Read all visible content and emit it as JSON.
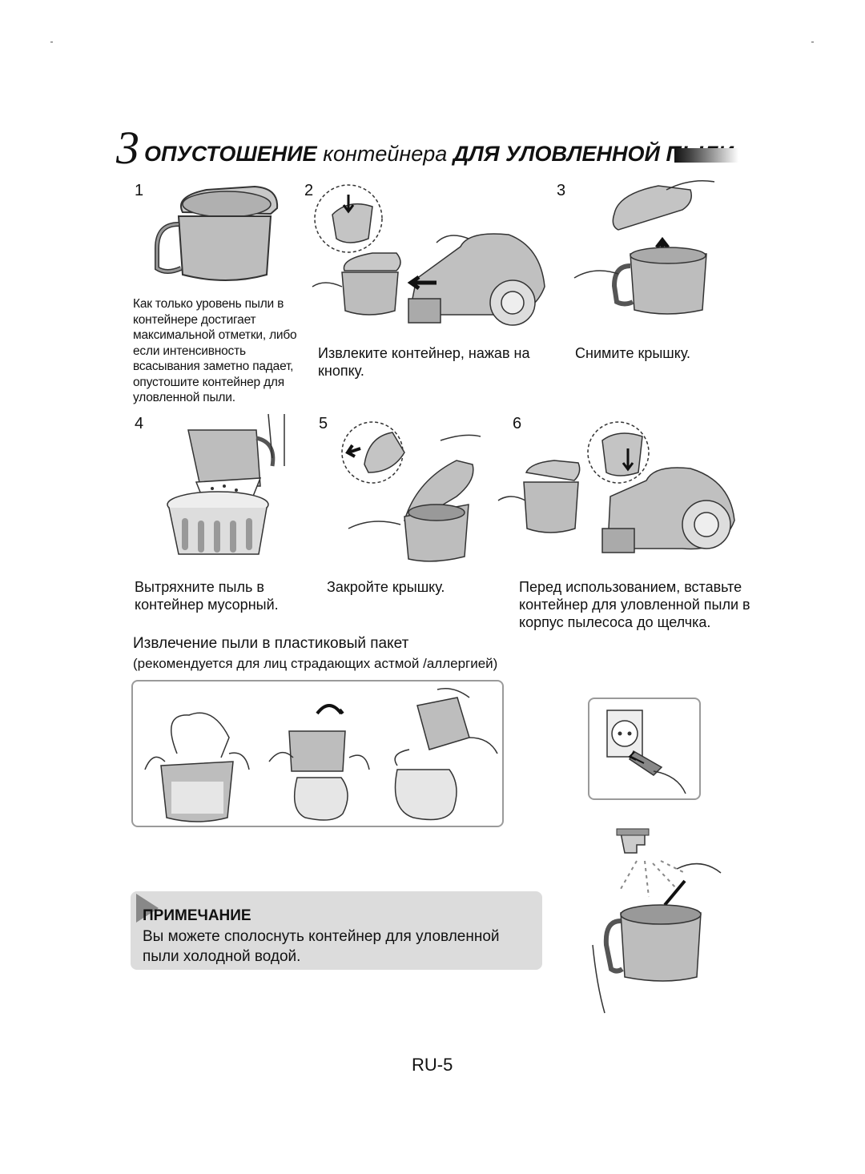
{
  "heading": {
    "number": "3",
    "title_part1": "ОПУСТОШЕНИЕ",
    "title_part2": "контейнера",
    "title_part3": "ДЛЯ УЛОВЛЕННОЙ ПЫЛИ"
  },
  "steps": [
    {
      "num": "1",
      "caption": "Как только уровень пыли в контейнере достигает максимальной отметки, либо если интенсивность всасывания заметно падает, опустошите контейнер для уловленной пыли."
    },
    {
      "num": "2",
      "caption": "Извлеките контейнер, нажав на кнопку."
    },
    {
      "num": "3",
      "caption": "Снимите крышку."
    },
    {
      "num": "4",
      "caption": "Вытряхните пыль в контейнер мусорный."
    },
    {
      "num": "5",
      "caption": "Закройте крышку."
    },
    {
      "num": "6",
      "caption": "Перед использованием, вставьте контейнер для уловленной пыли в корпус пылесоса до щелчка."
    }
  ],
  "bag_section": {
    "title": "Извлечение пыли в пластиковый пакет",
    "subtitle": "(рекомендуется для лиц страдающих астмой /аллергией)"
  },
  "note": {
    "title": "ПРИМЕЧАНИЕ",
    "text": "Вы можете сполоснуть контейнер для уловленной пыли холодной водой."
  },
  "page_number": "RU-5"
}
